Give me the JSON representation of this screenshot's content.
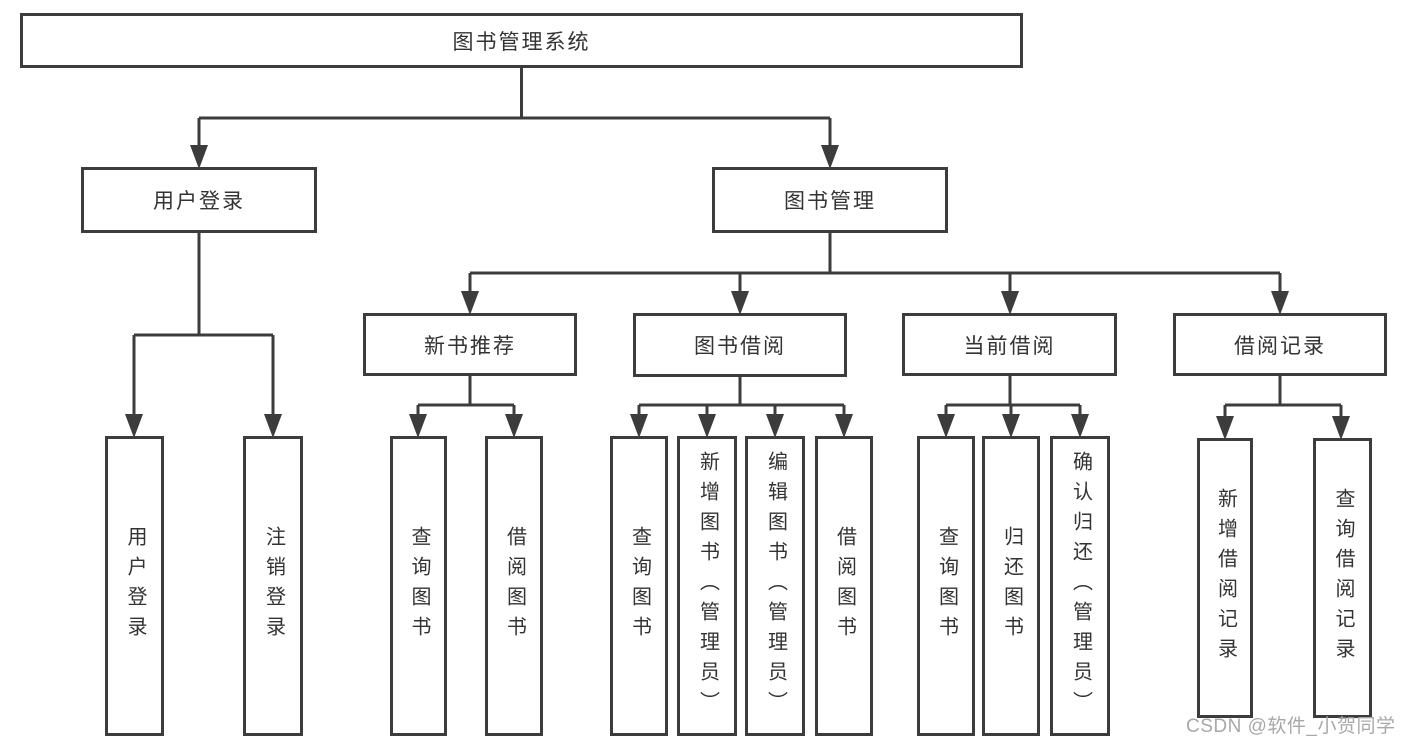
{
  "diagram": {
    "title": "图书管理系统",
    "tree": {
      "root": {
        "label": "图书管理系统"
      },
      "level2": [
        {
          "label": "用户登录"
        },
        {
          "label": "图书管理"
        }
      ],
      "level3": [
        {
          "label": "新书推荐",
          "parent": "图书管理"
        },
        {
          "label": "图书借阅",
          "parent": "图书管理"
        },
        {
          "label": "当前借阅",
          "parent": "图书管理"
        },
        {
          "label": "借阅记录",
          "parent": "图书管理"
        }
      ],
      "leaves": [
        {
          "label": "用户登录",
          "parent": "用户登录"
        },
        {
          "label": "注销登录",
          "parent": "用户登录"
        },
        {
          "label": "查询图书",
          "parent": "新书推荐"
        },
        {
          "label": "借阅图书",
          "parent": "新书推荐"
        },
        {
          "label": "查询图书",
          "parent": "图书借阅"
        },
        {
          "label": "新增图书（管理员）",
          "parent": "图书借阅"
        },
        {
          "label": "编辑图书（管理员）",
          "parent": "图书借阅"
        },
        {
          "label": "借阅图书",
          "parent": "图书借阅"
        },
        {
          "label": "查询图书",
          "parent": "当前借阅"
        },
        {
          "label": "归还图书",
          "parent": "当前借阅"
        },
        {
          "label": "确认归还（管理员）",
          "parent": "当前借阅"
        },
        {
          "label": "新增借阅记录",
          "parent": "借阅记录"
        },
        {
          "label": "查询借阅记录",
          "parent": "借阅记录"
        }
      ]
    }
  },
  "watermark": "CSDN @软件_小贺同学",
  "colors": {
    "line": "#3c3c3c",
    "text": "#333333",
    "watermark": "#a8a8a8",
    "background": "#ffffff"
  }
}
